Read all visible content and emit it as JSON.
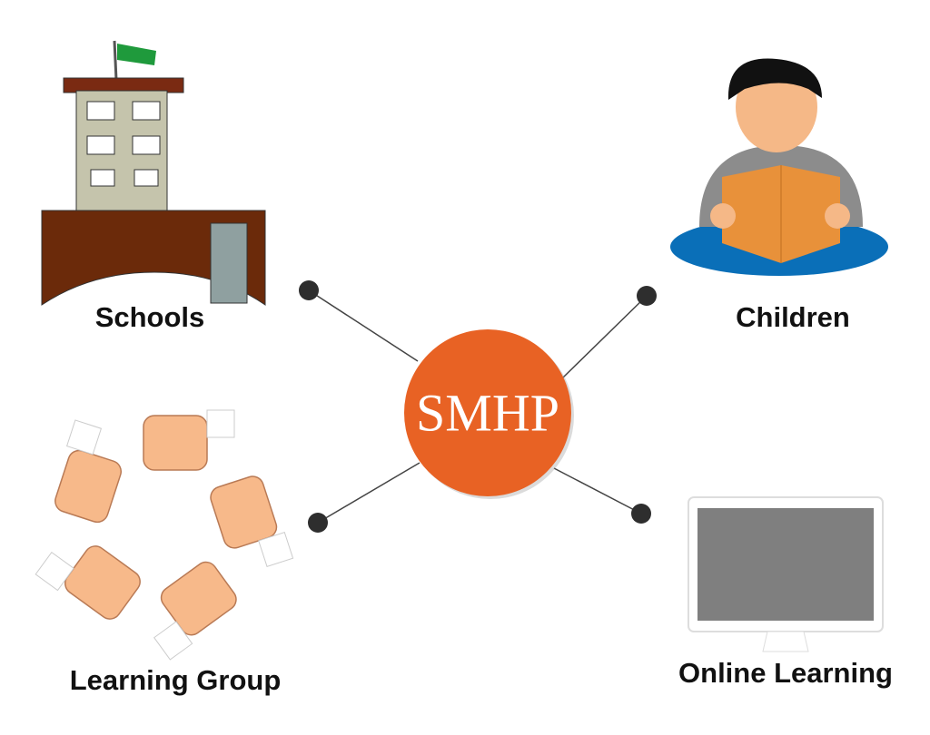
{
  "center": {
    "label": "SMHP",
    "color": "#e86224"
  },
  "nodes": [
    {
      "label": "Schools",
      "icon": "school-building-icon"
    },
    {
      "label": "Children",
      "icon": "child-reading-icon"
    },
    {
      "label": "Learning Group",
      "icon": "joined-hands-icon"
    },
    {
      "label": "Online Learning",
      "icon": "computer-monitor-icon"
    }
  ]
}
